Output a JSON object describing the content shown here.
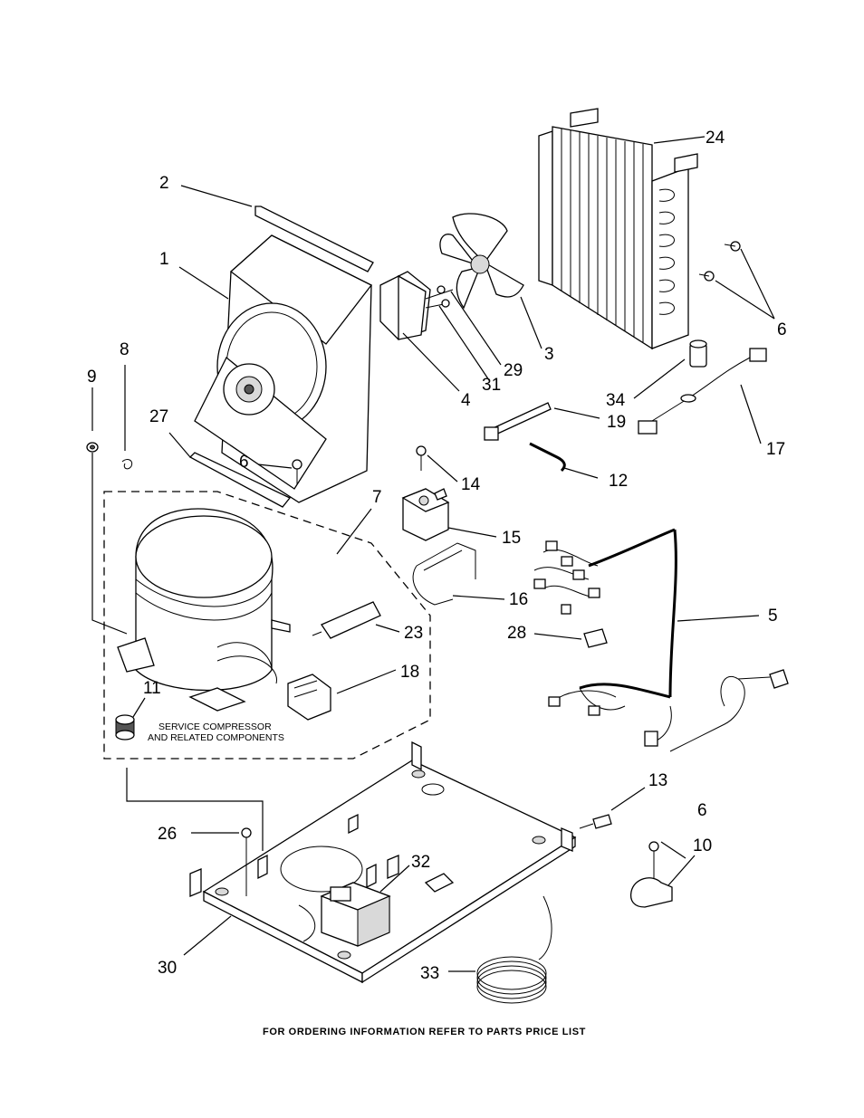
{
  "diagram": {
    "callouts": {
      "c1": "1",
      "c2": "2",
      "c3": "3",
      "c4": "4",
      "c5": "5",
      "c6a": "6",
      "c6b": "6",
      "c6c": "6",
      "c7": "7",
      "c8": "8",
      "c9": "9",
      "c10": "10",
      "c11": "11",
      "c12": "12",
      "c13": "13",
      "c14": "14",
      "c15": "15",
      "c16": "16",
      "c17": "17",
      "c18": "18",
      "c19": "19",
      "c23": "23",
      "c24": "24",
      "c26": "26",
      "c27": "27",
      "c28": "28",
      "c29": "29",
      "c30": "30",
      "c31": "31",
      "c32": "32",
      "c33": "33",
      "c34": "34"
    },
    "service_note_line1": "SERVICE COMPRESSOR",
    "service_note_line2": "AND RELATED COMPONENTS",
    "footer": "FOR ORDERING INFORMATION REFER TO PARTS PRICE LIST"
  }
}
